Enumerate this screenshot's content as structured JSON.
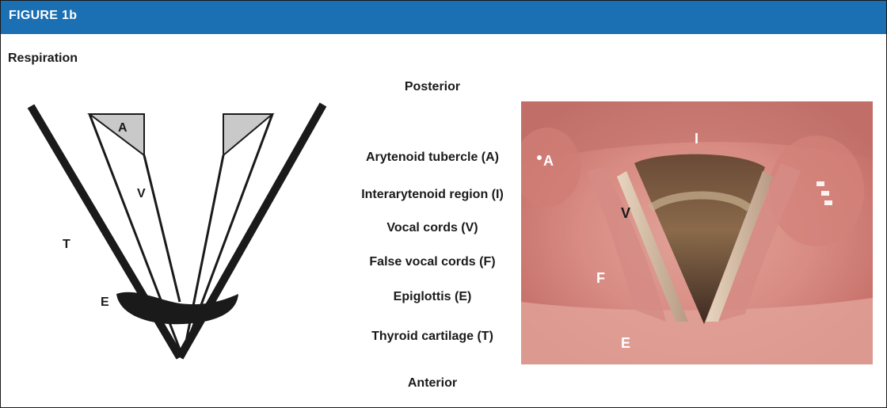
{
  "figure": {
    "header_title": "FIGURE 1b",
    "subtitle": "Respiration"
  },
  "colors": {
    "header_bg": "#1b6fb3",
    "line": "#1a1a1a",
    "cartilage_fill": "#c9c9c9",
    "photo_tissue": "#d9908a"
  },
  "orientation": {
    "top": "Posterior",
    "bottom": "Anterior"
  },
  "legend": [
    "Arytenoid tubercle (A)",
    "Interarytenoid region (I)",
    "Vocal cords (V)",
    "False vocal cords (F)",
    "Epiglottis (E)",
    "Thyroid cartilage (T)"
  ],
  "schematic_labels": {
    "arytenoid": "A",
    "vocal_cord": "V",
    "thyroid": "T",
    "epiglottis": "E"
  },
  "photo_labels": {
    "arytenoid": "A",
    "interarytenoid": "I",
    "vocal_cord": "V",
    "false_cord": "F",
    "epiglottis": "E"
  }
}
